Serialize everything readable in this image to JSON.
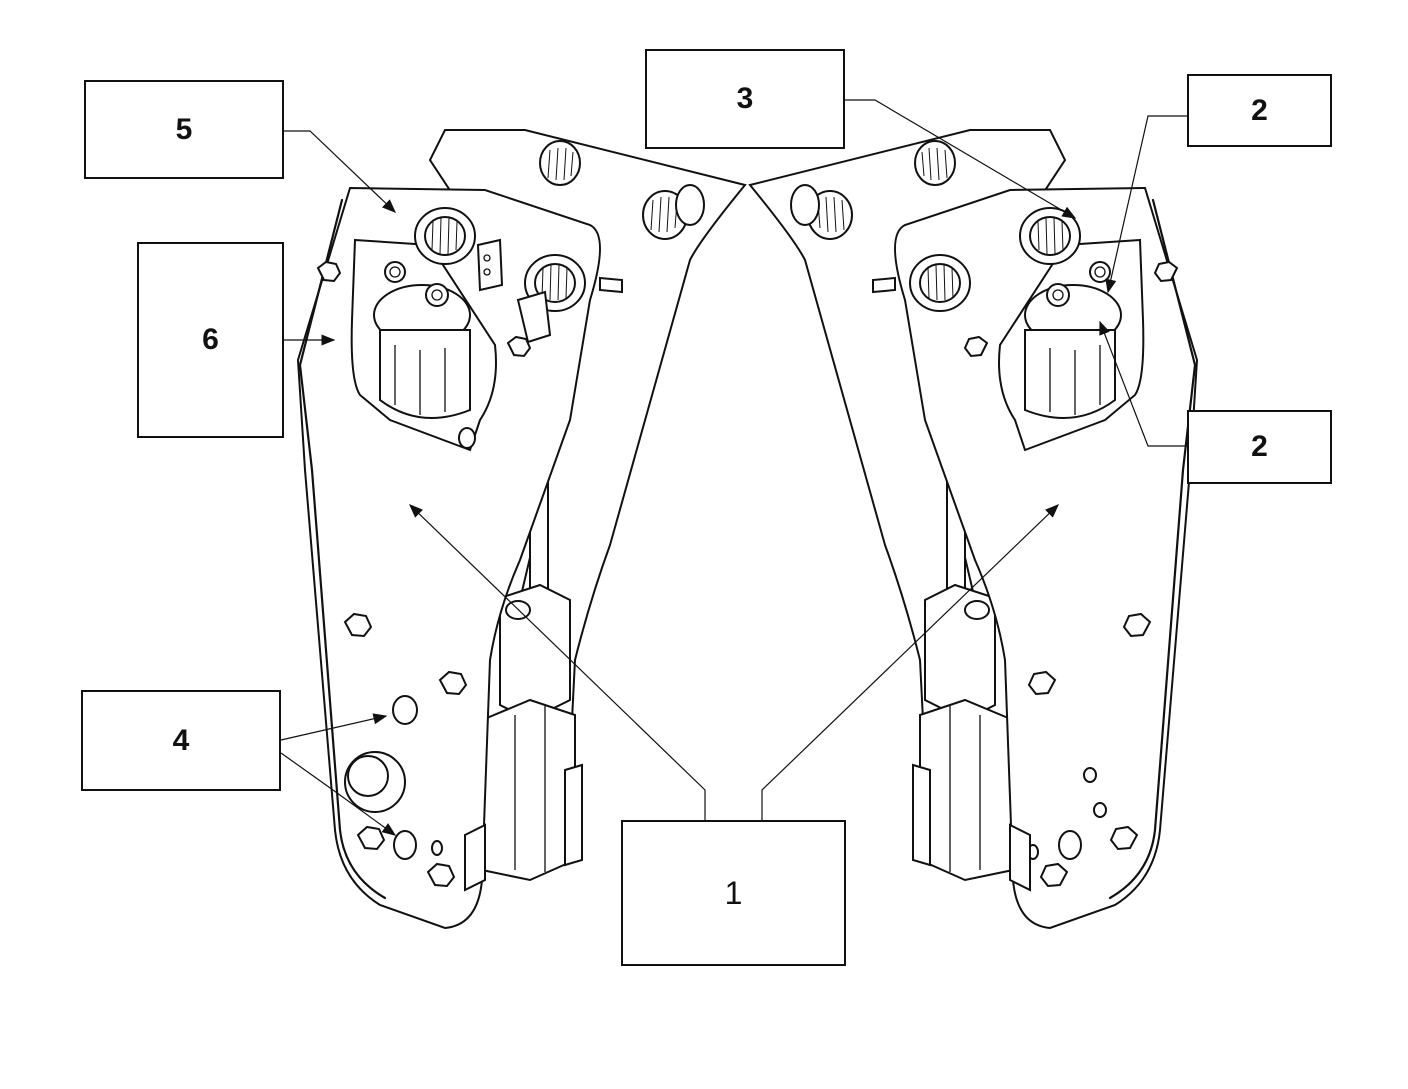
{
  "labels": {
    "one": "1",
    "two_upper": "2",
    "two_lower": "2",
    "three": "3",
    "four": "4",
    "five": "5",
    "six": "6"
  }
}
